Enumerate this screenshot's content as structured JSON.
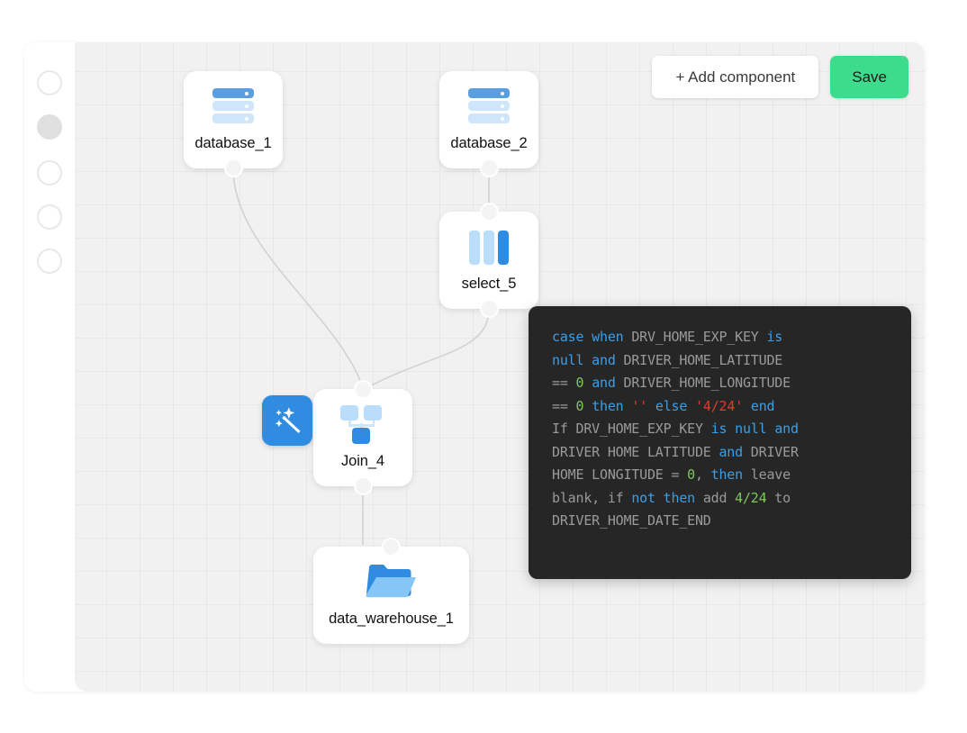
{
  "toolbar": {
    "add_component_label": "+ Add component",
    "save_label": "Save"
  },
  "rail": {
    "steps": [
      {
        "name": "step-1",
        "state": "empty"
      },
      {
        "name": "step-2",
        "state": "filled"
      },
      {
        "name": "step-3",
        "state": "empty"
      },
      {
        "name": "step-4",
        "state": "empty"
      },
      {
        "name": "step-5",
        "state": "empty"
      }
    ]
  },
  "canvas": {
    "nodes": [
      {
        "id": "database_1",
        "label": "database_1",
        "icon": "database-icon"
      },
      {
        "id": "database_2",
        "label": "database_2",
        "icon": "database-icon"
      },
      {
        "id": "select_5",
        "label": "select_5",
        "icon": "select-columns-icon"
      },
      {
        "id": "Join_4",
        "label": "Join_4",
        "icon": "join-icon",
        "badge": "magic-wand-icon"
      },
      {
        "id": "data_warehouse_1",
        "label": "data_warehouse_1",
        "icon": "folder-icon"
      }
    ],
    "edges": [
      {
        "from": "database_1",
        "to": "Join_4"
      },
      {
        "from": "database_2",
        "to": "select_5"
      },
      {
        "from": "select_5",
        "to": "Join_4"
      },
      {
        "from": "Join_4",
        "to": "data_warehouse_1"
      }
    ]
  },
  "code_popup": {
    "lines": [
      [
        {
          "t": "case",
          "c": "kw"
        },
        {
          "t": " ",
          "c": "idf"
        },
        {
          "t": "when",
          "c": "kw"
        },
        {
          "t": " DRV_HOME_EXP_KEY ",
          "c": "idf"
        },
        {
          "t": "is",
          "c": "kw"
        }
      ],
      [
        {
          "t": "null",
          "c": "kw"
        },
        {
          "t": " ",
          "c": "idf"
        },
        {
          "t": "and",
          "c": "kw"
        },
        {
          "t": " DRIVER_HOME_LATITUDE",
          "c": "idf"
        }
      ],
      [
        {
          "t": "== ",
          "c": "idf"
        },
        {
          "t": "0",
          "c": "num"
        },
        {
          "t": " ",
          "c": "idf"
        },
        {
          "t": "and",
          "c": "kw"
        },
        {
          "t": " DRIVER_HOME_LONGITUDE",
          "c": "idf"
        }
      ],
      [
        {
          "t": "== ",
          "c": "idf"
        },
        {
          "t": "0",
          "c": "num"
        },
        {
          "t": " ",
          "c": "idf"
        },
        {
          "t": "then",
          "c": "kw"
        },
        {
          "t": " ",
          "c": "idf"
        },
        {
          "t": "''",
          "c": "str"
        },
        {
          "t": " ",
          "c": "idf"
        },
        {
          "t": "else",
          "c": "kw"
        },
        {
          "t": " ",
          "c": "idf"
        },
        {
          "t": "'4/24'",
          "c": "str"
        },
        {
          "t": " ",
          "c": "idf"
        },
        {
          "t": "end",
          "c": "kw"
        }
      ],
      [
        {
          "t": "If DRV_HOME_EXP_KEY ",
          "c": "idf"
        },
        {
          "t": "is",
          "c": "kw"
        },
        {
          "t": " ",
          "c": "idf"
        },
        {
          "t": "null",
          "c": "kw"
        },
        {
          "t": " ",
          "c": "idf"
        },
        {
          "t": "and",
          "c": "kw"
        }
      ],
      [
        {
          "t": "DRIVER HOME LATITUDE ",
          "c": "idf"
        },
        {
          "t": "and",
          "c": "kw"
        },
        {
          "t": " DRIVER",
          "c": "idf"
        }
      ],
      [
        {
          "t": "HOME LONGITUDE = ",
          "c": "idf"
        },
        {
          "t": "0",
          "c": "num"
        },
        {
          "t": ", ",
          "c": "idf"
        },
        {
          "t": "then",
          "c": "kw"
        },
        {
          "t": " leave",
          "c": "idf"
        }
      ],
      [
        {
          "t": "blank, if ",
          "c": "idf"
        },
        {
          "t": "not",
          "c": "kw"
        },
        {
          "t": " ",
          "c": "idf"
        },
        {
          "t": "then",
          "c": "kw"
        },
        {
          "t": " add ",
          "c": "idf"
        },
        {
          "t": "4/24",
          "c": "num"
        },
        {
          "t": " to",
          "c": "idf"
        }
      ],
      [
        {
          "t": "DRIVER_HOME_DATE_END",
          "c": "idf"
        }
      ]
    ]
  },
  "colors": {
    "accent_blue": "#2f8ce0",
    "light_blue": "#b9ddfb",
    "save_green": "#3ddc8d",
    "popup_bg": "#262626",
    "canvas_bg": "#f1f1f1",
    "keyword": "#3b9fe8",
    "number": "#7ec860",
    "string": "#e8392a",
    "identifier": "#9a9a9a"
  }
}
